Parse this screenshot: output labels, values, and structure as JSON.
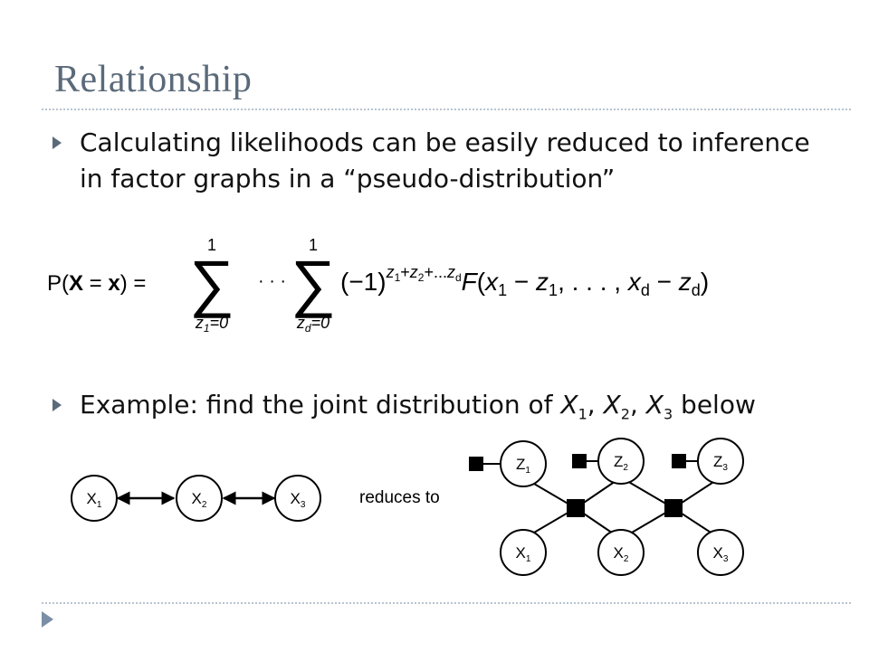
{
  "slide": {
    "title": "Relationship",
    "bullet1": "Calculating likelihoods can be easily reduced to inference in factor graphs in a “pseudo-distribution”",
    "bullet2_prefix": "Example: find the joint distribution of ",
    "bullet2_suffix": " below",
    "equation_lhs": "P(X = x) =",
    "reduces_to": "reduces to"
  },
  "equation": {
    "sum_upper": "1",
    "sum1_lower": "z₁=0",
    "dots": "· · ·",
    "sumd_lower": "z_d=0",
    "body": "(−1)^{z₁+z₂+...z_d} F(x₁ − z₁, . . . , x_d − z_d)"
  },
  "left_graph": {
    "nodes": [
      "X1",
      "X2",
      "X3"
    ]
  },
  "right_graph": {
    "z_nodes": [
      "Z1",
      "Z2",
      "Z3"
    ],
    "x_nodes": [
      "X1",
      "X2",
      "X3"
    ]
  },
  "colors": {
    "title": "#5a6a7a",
    "bullet": "#5a6a7a",
    "rule": "#b8c4cf"
  }
}
